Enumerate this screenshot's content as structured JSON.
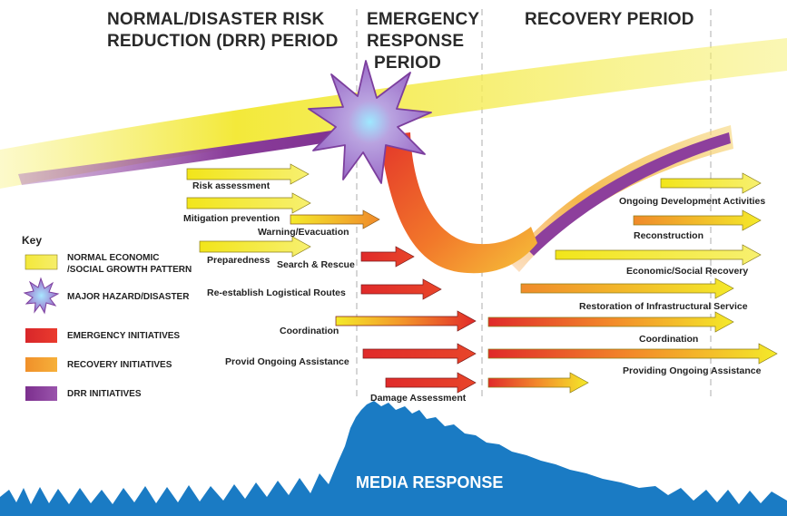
{
  "periods": {
    "drr_line1": "NORMAL/DISASTER RISK",
    "drr_line2": "REDUCTION (DRR) PERIOD",
    "emergency_line1": "EMERGENCY",
    "emergency_line2": "RESPONSE",
    "emergency_line3": "PERIOD",
    "recovery": "RECOVERY PERIOD"
  },
  "drr_activities": {
    "risk_assessment": "Risk assessment",
    "mitigation_prevention": "Mitigation prevention",
    "preparedness": "Preparedness"
  },
  "emergency_activities": {
    "warning_evacuation": "Warning/Evacuation",
    "search_rescue": "Search & Rescue",
    "logistical_routes": "Re-establish Logistical Routes",
    "coordination": "Coordination",
    "ongoing_assistance": "Provid Ongoing Assistance",
    "damage_assessment": "Damage Assessment"
  },
  "recovery_activities": {
    "ongoing_development": "Ongoing Development Activities",
    "reconstruction": "Reconstruction",
    "economic_social_recovery": "Economic/Social Recovery",
    "infrastructural_service": "Restoration of Infrastructural Service",
    "coordination": "Coordination",
    "ongoing_assistance": "Providing Ongoing Assistance"
  },
  "key": {
    "title": "Key",
    "normal_line1": "NORMAL ECONOMIC",
    "normal_line2": "/SOCIAL GROWTH PATTERN",
    "hazard": "MAJOR HAZARD/DISASTER",
    "emergency": "EMERGENCY INITIATIVES",
    "recovery": "RECOVERY INITIATIVES",
    "drr": "DRR INITIATIVES"
  },
  "media": "MEDIA RESPONSE",
  "colors": {
    "yellow": "#f4ea2a",
    "red": "#e22a2a",
    "orange": "#f5992a",
    "purple": "#8a3d9a",
    "media_blue": "#1a7bc4"
  }
}
